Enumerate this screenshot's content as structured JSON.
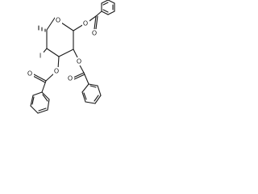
{
  "molecule": {
    "atoms": [
      {
        "id": "ring-oxygen",
        "symbol": "O"
      },
      {
        "id": "anomeric-ester-oxygen",
        "symbol": "O"
      },
      {
        "id": "anomeric-carbonyl-oxygen",
        "symbol": "O"
      },
      {
        "id": "c2-ester-oxygen",
        "symbol": "O"
      },
      {
        "id": "c2-carbonyl-oxygen",
        "symbol": "O"
      },
      {
        "id": "c3-ester-oxygen",
        "symbol": "O"
      },
      {
        "id": "c3-carbonyl-oxygen",
        "symbol": "O"
      },
      {
        "id": "iodine",
        "symbol": "I"
      }
    ],
    "colors": {
      "bond": "#1a1a1a",
      "background": "#ffffff"
    }
  }
}
